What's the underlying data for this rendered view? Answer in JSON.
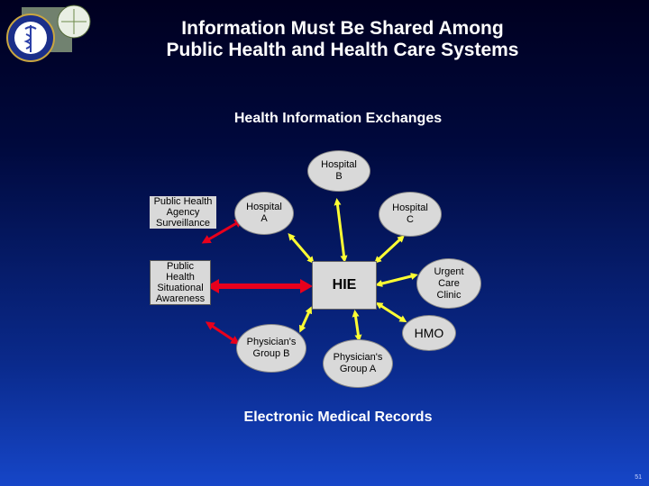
{
  "title": {
    "line1": "Information Must Be Shared Among",
    "line2": "Public Health and Health Care Systems"
  },
  "subtitle": "Health Information Exchanges",
  "footer": "Electronic Medical Records",
  "page_number": "51",
  "hub": "HIE",
  "nodes": {
    "hospital_b": [
      "Hospital",
      "B"
    ],
    "hospital_a": [
      "Hospital",
      "A"
    ],
    "hospital_c": [
      "Hospital",
      "C"
    ],
    "urgent_care": [
      "Urgent",
      "Care",
      "Clinic"
    ],
    "hmo": "HMO",
    "physicians_a": [
      "Physician's",
      "Group A"
    ],
    "physicians_b": [
      "Physician's",
      "Group B"
    ]
  },
  "side": {
    "surveillance": [
      "Public Health",
      "Agency",
      "Surveillance"
    ],
    "situational": [
      "Public",
      "Health",
      "Situational",
      "Awareness"
    ]
  },
  "colors": {
    "node_fill": "#d9d9d9",
    "arrow_yellow": "#ffff33",
    "arrow_red": "#e8001c"
  },
  "icons": [
    "caduceus-seal-icon"
  ]
}
